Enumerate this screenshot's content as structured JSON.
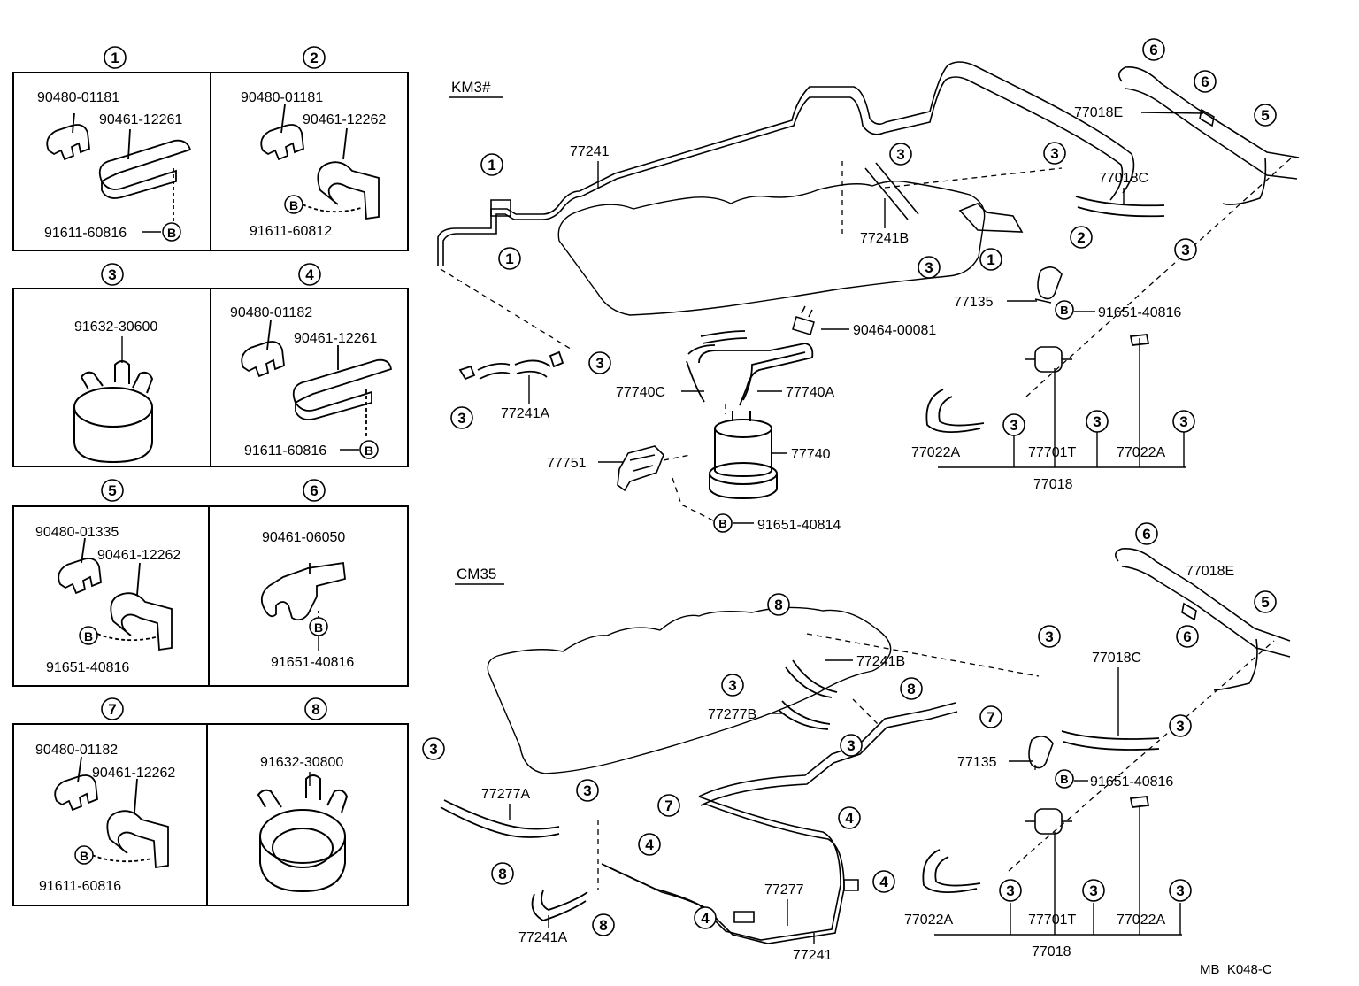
{
  "colors": {
    "ink": "#000000",
    "paper": "#ffffff"
  },
  "inset_titles": [
    "1",
    "2",
    "3",
    "4",
    "5",
    "6",
    "7",
    "8"
  ],
  "inset_parts": {
    "p1": [
      "90480-01181",
      "90461-12261",
      "91611-60816"
    ],
    "p2": [
      "90480-01181",
      "90461-12262",
      "91611-60812"
    ],
    "p3": [
      "91632-30600"
    ],
    "p4": [
      "90480-01182",
      "90461-12261",
      "91611-60816"
    ],
    "p5": [
      "90480-01335",
      "90461-12262",
      "91651-40816"
    ],
    "p6": [
      "90461-06050",
      "91651-40816"
    ],
    "p7": [
      "90480-01182",
      "90461-12262",
      "91611-60816"
    ],
    "p8": [
      "91632-30800"
    ]
  },
  "bolt_marker": "B",
  "sections": {
    "top": "KM3#",
    "bottom": "CM35"
  },
  "top_parts": {
    "line_main": "77241",
    "hose_241b": "77241B",
    "hose_018c": "77018C",
    "tube_018e": "77018E",
    "valve_135": "77135",
    "bolt_816": "91651-40816",
    "clamp_464": "90464-00081",
    "hose_740c": "77740C",
    "hose_740a": "77740A",
    "hose_241a": "77241A",
    "pump_740": "77740",
    "bracket_751": "77751",
    "bolt_814": "91651-40814",
    "hose_022a_l": "77022A",
    "valve_701t": "77701T",
    "hose_022a_r": "77022A",
    "kit_018": "77018"
  },
  "bottom_parts": {
    "tube_018e": "77018E",
    "hose_241b": "77241B",
    "hose_018c": "77018C",
    "hose_277b": "77277B",
    "valve_135": "77135",
    "bolt_816": "91651-40816",
    "hose_277a": "77277A",
    "line_277": "77277",
    "hose_241a": "77241A",
    "line_241": "77241",
    "hose_022a_l": "77022A",
    "valve_701t": "77701T",
    "hose_022a_r": "77022A",
    "kit_018": "77018"
  },
  "footer_code": "MB  K048-C"
}
